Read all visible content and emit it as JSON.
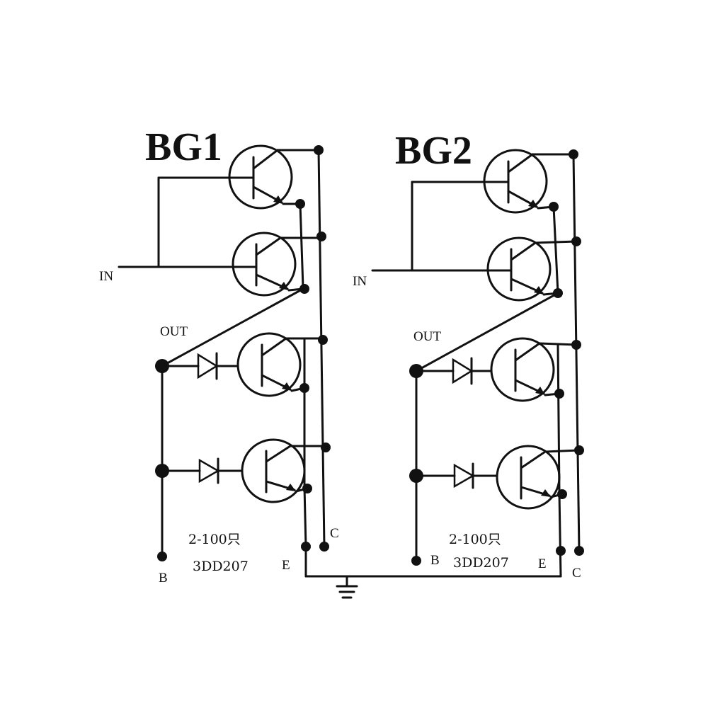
{
  "colors": {
    "ink": "#111111",
    "background": "#ffffff"
  },
  "bg1": {
    "title": "BG1",
    "in_label": "IN",
    "out_label": "OUT",
    "count_label": "2-100只",
    "part_label": "3DD207",
    "b_label": "B",
    "e_label": "E",
    "c_label": "C"
  },
  "bg2": {
    "title": "BG2",
    "in_label": "IN",
    "out_label": "OUT",
    "count_label": "2-100只",
    "part_label": "3DD207",
    "b_label": "B",
    "e_label": "E",
    "c_label": "C"
  },
  "ground": {
    "icon": "ground-icon"
  }
}
